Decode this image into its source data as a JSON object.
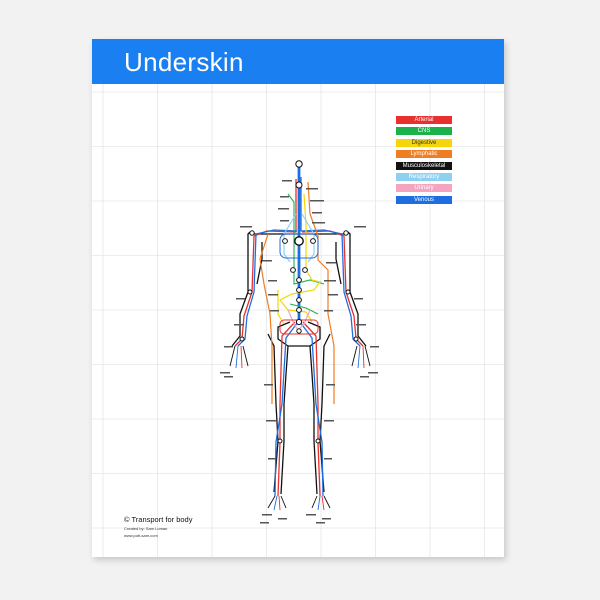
{
  "poster": {
    "title": "Underskin",
    "header_color": "#1a7ff0"
  },
  "legend": [
    {
      "label": "Arterial",
      "color": "#e8312f",
      "text_color": "#ffffff"
    },
    {
      "label": "CNS",
      "color": "#1bb24b",
      "text_color": "#ffffff"
    },
    {
      "label": "Digestive",
      "color": "#f5d60a",
      "text_color": "#333333"
    },
    {
      "label": "Lymphatic",
      "color": "#ef7d22",
      "text_color": "#ffffff"
    },
    {
      "label": "Musculoskeletal",
      "color": "#111111",
      "text_color": "#ffffff"
    },
    {
      "label": "Respiratory",
      "color": "#8fd0f0",
      "text_color": "#ffffff"
    },
    {
      "label": "Urinary",
      "color": "#f4a3c1",
      "text_color": "#ffffff"
    },
    {
      "label": "Venous",
      "color": "#1e6ee0",
      "text_color": "#ffffff"
    }
  ],
  "footer": {
    "credit": "© Transport for body",
    "created_by": "Created by: Sam Loman",
    "website": "www.pott-sam.com"
  }
}
